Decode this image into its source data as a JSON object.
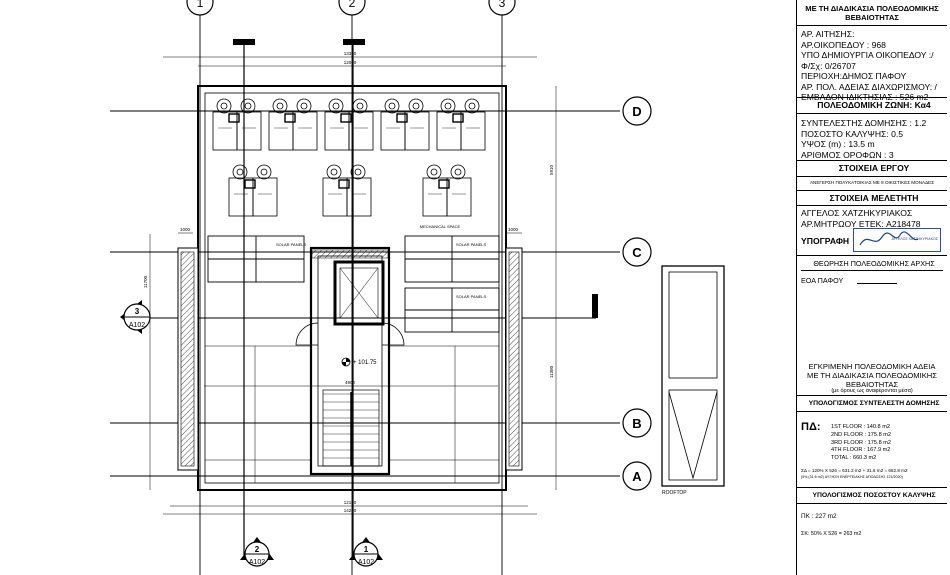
{
  "grid": {
    "top": [
      "1",
      "2",
      "3"
    ],
    "right": [
      "D",
      "C",
      "B",
      "A"
    ]
  },
  "section_markers": [
    {
      "num": "2",
      "sheet": "A102"
    },
    {
      "num": "1",
      "sheet": "A102"
    },
    {
      "num": "3",
      "sheet": "A102"
    }
  ],
  "plan": {
    "mechanical_space": "MECHANICAL SPACE",
    "solar_panels": "SOLAR PANELS",
    "level_mark": "+ 101.75",
    "rooftop_label": "ROOFTOP",
    "dims": {
      "top_overall": "13300",
      "top_inner": "12000",
      "bottom_overall": "14200",
      "bottom_inner": "12100",
      "right_upper": "5910",
      "right_lower": "11380",
      "left_side": "11700",
      "mid_width": "4900",
      "side_small": "1000"
    }
  },
  "title_block": {
    "header_l1": "ΜΕ ΤΗ ΔΙΑΔΙΚΑΣΙΑ ΠΟΛΕΟΔΟΜΙΚΗΣ",
    "header_l2": "ΒΕΒΑΙΟΤΗΤΑΣ",
    "application": [
      "ΑΡ. ΑΙΤΗΣΗΣ:",
      "ΑΡ.ΟΙΚΟΠΕΔΟΥ : 968",
      "ΥΠΟ ΔΗΜΙΟΥΡΓΙΑ ΟΙΚΟΠΕΔΟΥ :/",
      "Φ/Σχ: 0/26707",
      "ΠΕΡΙΟΧΗ:ΔΗΜΟΣ ΠΑΦΟΥ",
      "ΑΡ. ΠΟΛ. ΑΔΕΙΑΣ ΔΙΑΧΩΡΙΣΜΟΥ: /",
      "ΕΜΒΑΔΟΝ ΙΔΙΚΤΗΣΙΑΣ : 526 m2"
    ],
    "zone_title": "ΠΟΛΕΟΔΟΜΙΚΗ ΖΩΝΗ: Κα4",
    "zone_lines": [
      "ΣΥΝΤΕΛΕΣΤΗΣ ΔΟΜΗΣΗΣ : 1.2",
      "ΠΟΣΟΣΤΟ ΚΑΛΥΨΗΣ: 0.5",
      "ΥΨΟΣ (m) : 13.5 m",
      "ΑΡΙΘΜΟΣ ΟΡΟΦΩΝ : 3"
    ],
    "project_title": "ΣΤΟΙΧΕΙΑ ΕΡΓΟΥ",
    "project_desc": "ΑΝΕΓΕΡΣΗ ΠΟΛΥΚΑΤΟΙΚΙΑΣ ΜΕ 8 ΟΙΚΙΣΤΙΚΕΣ ΜΟΝΑΔΕΣ",
    "designer_title": "ΣΤΟΙΧΕΙΑ ΜΕΛΕΤΗΤΗ",
    "designer_name": "ΑΓΓΕΛΟΣ ΧΑΤΖΗΚΥΡΙΑΚΟΣ",
    "designer_reg": "ΑΡ.ΜΗΤΡΩΟΥ ΕΤΕΚ: A218478",
    "signature_label": "ΥΠΟΓΡΑΦΗ",
    "stamp": "ΑΓΓΕΛΟΣ ΧΑΤΖΗΚΥΡΙΑΚΟΣ",
    "approval_title": "ΘΕΩΡΗΣΗ ΠΟΛΕΟΔΟΜΙΚΗΣ ΑΡΧΗΣ",
    "authority": "ΕΟΑ ΠΑΦΟΥ",
    "approved_l1": "ΕΓΚΡΙΜΕΝΗ ΠΟΛΕΟΔΟΜΙΚΗ ΑΔΕΙΑ",
    "approved_l2": "ΜΕ ΤΗ ΔΙΑΔΙΚΑΣΙΑ ΠΟΛΕΟΔΟΜΙΚΗΣ",
    "approved_l3": "ΒΕΒΑΙΟΤΗΤΑΣ",
    "approved_note": "(με όρους ως αναφέρονται μέσα)",
    "calc_title": "ΥΠΟΛΟΓΙΣΜΟΣ ΣΥΝΤΕΛΕΣΤΗ ΔΟΜΗΣΗΣ",
    "pd_label": "ΠΔ:",
    "floors": [
      "1ST FLOOR : 140.8 m2",
      "2ND FLOOR : 175.8 m2",
      "3RD FLOOR : 175.8 m2",
      "4TH FLOOR : 167.9 m2",
      "TOTAL : 660.3 m2"
    ],
    "sd_formula": "ΣΔ = 120% X 526 = 631.2 m2 + 31.6 m2 = 662.8 m2",
    "sd_note": "(5% (31.6 m2) ΑΥΞΗΣΗ ΕΝΕΡΓΕΙΑΚΗΣ ΑΠΟΔΟΣΗΣ 121/2020)",
    "cov_title": "ΥΠΟΛΟΓΙΣΜΟΣ ΠΟΣΟΣΤΟΥ ΚΑΛΥΨΗΣ",
    "pk": "ΠΚ   :   227 m2",
    "sk": "ΣΚ: 50% X 526 = 263 m2"
  }
}
